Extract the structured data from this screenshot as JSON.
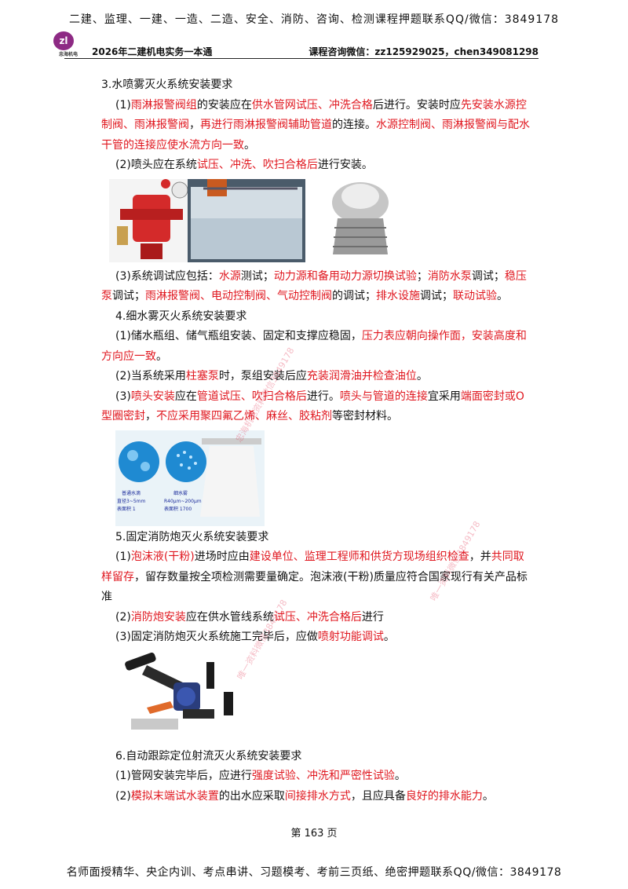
{
  "banner_top": "二建、监理、一建、一造、二造、安全、消防、咨询、检测课程押题联系QQ/微信：3849178",
  "header": {
    "logo_char": "zl",
    "logo_text": "忠海机电",
    "left": "2026年二建机电实务一本通",
    "right": "课程咨询微信：zz125929025，chen349081298"
  },
  "sections": {
    "s3_title": "3.水喷雾灭火系统安装要求",
    "s3_p1": {
      "a": "(1)",
      "b": "雨淋报警阀组",
      "c": "的安装应在",
      "d": "供水管网试压、冲洗合格",
      "e": "后进行。安装时应",
      "f": "先安装水源控制阀、雨淋报警阀",
      "g": "，",
      "h": "再进行雨淋报警阀辅助管道",
      "i": "的连接。",
      "j": "水源控制阀、雨淋报警阀与配水干管的连接应使水流方向一致",
      "k": "。"
    },
    "s3_p2": {
      "a": "(2)喷头应在系统",
      "b": "试压、冲洗、吹扫合格后",
      "c": "进行安装。"
    },
    "s3_p3": {
      "a": "(3)系统调试应包括：",
      "b": "水源",
      "c": "测试；",
      "d": "动力源和备用动力源切换试验",
      "e": "；",
      "f": "消防水泵",
      "g": "调试；",
      "h": "稳压泵",
      "i": "调试；",
      "j": "雨淋报警阀、电动控制阀、气动控制阀",
      "k": "的调试；",
      "l": "排水设施",
      "m": "调试；",
      "n": "联动试验",
      "o": "。"
    },
    "s4_title": "4.细水雾灭火系统安装要求",
    "s4_p1": {
      "a": "(1)储水瓶组、储气瓶组安装、固定和支撑应稳固，",
      "b": "压力表应朝向操作面，安装高度和方向应一致",
      "c": "。"
    },
    "s4_p2": {
      "a": "(2)当系统采用",
      "b": "柱塞泵",
      "c": "时，泵组安装后应",
      "d": "充装润滑油并检查油位",
      "e": "。"
    },
    "s4_p3": {
      "a": "(3)",
      "b": "喷头安装",
      "c": "应在",
      "d": "管道试压、吹扫合格后",
      "e": "进行。",
      "f": "喷头与管道的连接",
      "g": "宜采用",
      "h": "端面密封或O型圈密封",
      "i": "，",
      "j": "不应采用聚四氟乙烯、麻丝、胶粘剂",
      "k": "等密封材料。"
    },
    "s5_title": "5.固定消防炮灭火系统安装要求",
    "s5_p1": {
      "a": "(1)",
      "b": "泡沫液(干粉)",
      "c": "进场时应由",
      "d": "建设单位、监理工程师和供货方现场组织检查",
      "e": "，并",
      "f": "共同取样留存",
      "g": "，留存数量按全项检测需要量确定。泡沫液(干粉)质量应符合国家现行有关产品标准"
    },
    "s5_p2": {
      "a": "(2)",
      "b": "消防炮安装",
      "c": "应在供水管线系统",
      "d": "试压、冲洗合格后",
      "e": "进行"
    },
    "s5_p3": {
      "a": "(3)固定消防炮灭火系统施工完毕后，应做",
      "b": "喷射功能调试",
      "c": "。"
    },
    "s6_title": "6.自动跟踪定位射流灭火系统安装要求",
    "s6_p1": {
      "a": "(1)管网安装完毕后，应进行",
      "b": "强度试验、冲洗和严密性试验",
      "c": "。"
    },
    "s6_p2": {
      "a": "(2)",
      "b": "模拟末端试水装置",
      "c": "的出水应采取",
      "d": "间接排水方式",
      "e": "，且应具备",
      "f": "良好的排水能力",
      "g": "。"
    }
  },
  "mist_figure": {
    "label_left_title": "普通水滴",
    "label_left_d": "直径3~5mm",
    "label_left_s": "表面积  1",
    "label_right_title": "细水雾",
    "label_right_d": "R40μm~200μm",
    "label_right_s": "表面积  1700"
  },
  "page_number": "第 163 页",
  "banner_bottom": "名师面授精华、央企内训、考点串讲、习题模考、考前三页纸、绝密押题联系QQ/微信：3849178",
  "watermarks": [
    "忠海机电资料微信3849178",
    "唯一资料微信3849178",
    "唯一资料微信3849178"
  ],
  "colors": {
    "accent_red": "#e0171f",
    "logo_purple": "#8d2a84"
  }
}
